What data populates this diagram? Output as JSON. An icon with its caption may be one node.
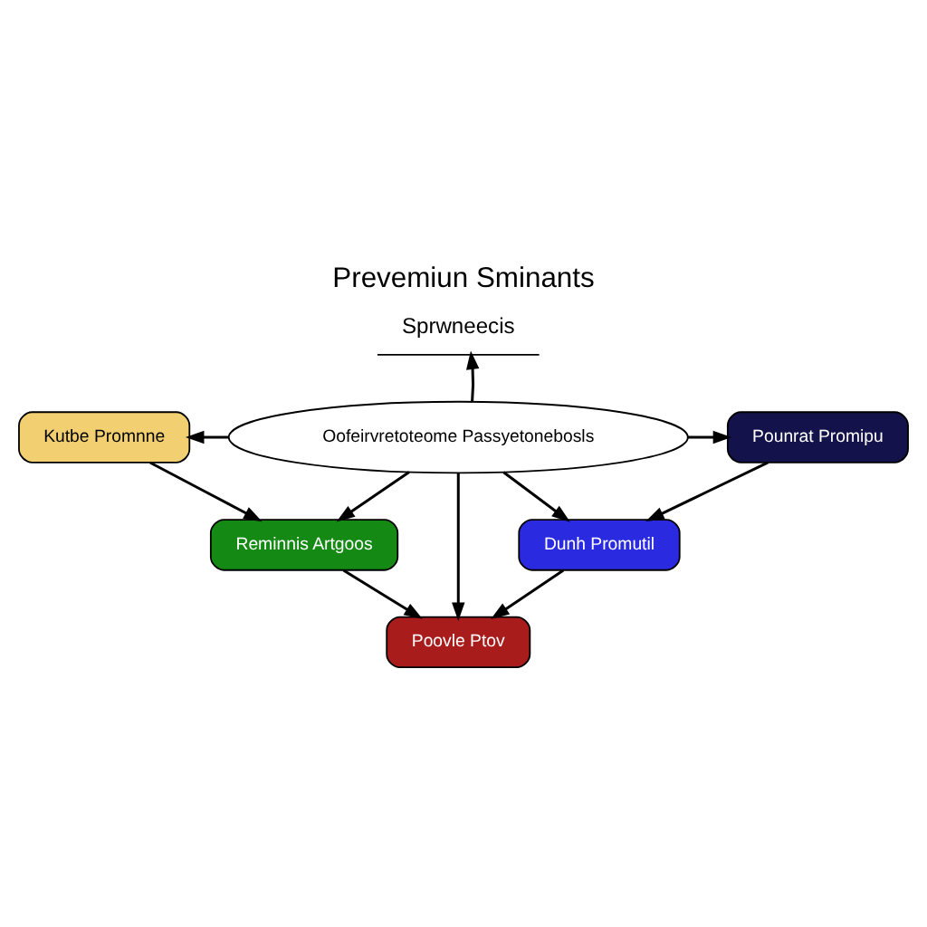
{
  "diagram": {
    "title": "Prevemiun Sminants",
    "nodes": [
      {
        "text": [
          "Sprwneecis"
        ]
      },
      {
        "text": [
          "Kutbe Promnne"
        ]
      },
      {
        "text": [
          "Pounrat Promipu"
        ]
      },
      {
        "text": [
          "Oofeirvretoteome Passyetonebosls"
        ]
      },
      {
        "text": [
          "Reminnis Artgoos"
        ]
      },
      {
        "text": [
          "Dunh Promutil"
        ]
      },
      {
        "text": [
          "Poovle Ptov"
        ]
      }
    ],
    "edges": [
      {
        "from": 3,
        "to": 0,
        "arrow": "to"
      },
      {
        "from": 3,
        "to": 1,
        "arrow": "to"
      },
      {
        "from": 3,
        "to": 2,
        "arrow": "to"
      },
      {
        "from": 1,
        "to": 4,
        "arrow": "to"
      },
      {
        "from": 2,
        "to": 5,
        "arrow": "to"
      },
      {
        "from": 3,
        "to": 4,
        "arrow": "to"
      },
      {
        "from": 3,
        "to": 5,
        "arrow": "to"
      },
      {
        "from": 3,
        "to": 6,
        "arrow": "to"
      },
      {
        "from": 4,
        "to": 6,
        "arrow": "to"
      },
      {
        "from": 5,
        "to": 6,
        "arrow": "to"
      }
    ]
  }
}
